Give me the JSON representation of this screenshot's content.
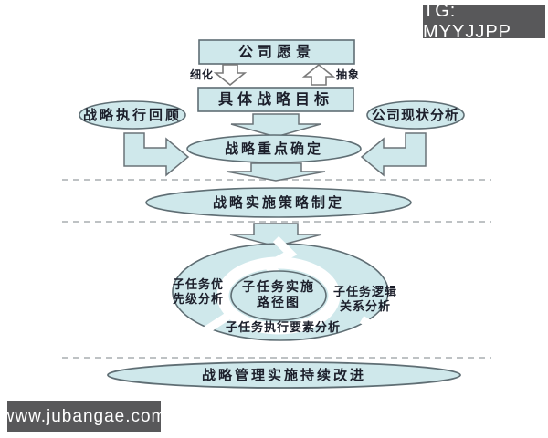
{
  "watermarks": {
    "top_right": "TG: MYYJJPP",
    "bottom_left": "www.jubangae.com"
  },
  "colors": {
    "shape_fill": "#cfe8eb",
    "shape_border": "#5f6e74",
    "arrow_fill_white": "#ffffff",
    "text": "#1c1f2b",
    "dashed_line": "#a9adb0",
    "watermark_bg": "#58585a",
    "watermark_text": "#ffffff"
  },
  "diagram": {
    "vision_box": "公司愿景",
    "refine_label": "细化",
    "abstract_label": "抽象",
    "goal_box": "具体战略目标",
    "review_ellipse": "战略执行回顾",
    "analysis_ellipse": "公司现状分析",
    "focus_ellipse": "战略重点确定",
    "strategy_ellipse": "战略实施策略制定",
    "cycle_center_line1": "子任务实施",
    "cycle_center_line2": "路径图",
    "cycle_left_line1": "子任务优",
    "cycle_left_line2": "先级分析",
    "cycle_right_line1": "子任务逻辑",
    "cycle_right_line2": "关系分析",
    "cycle_bottom_label": "子任务执行要素分析",
    "improve_ellipse": "战略管理实施持续改进"
  }
}
